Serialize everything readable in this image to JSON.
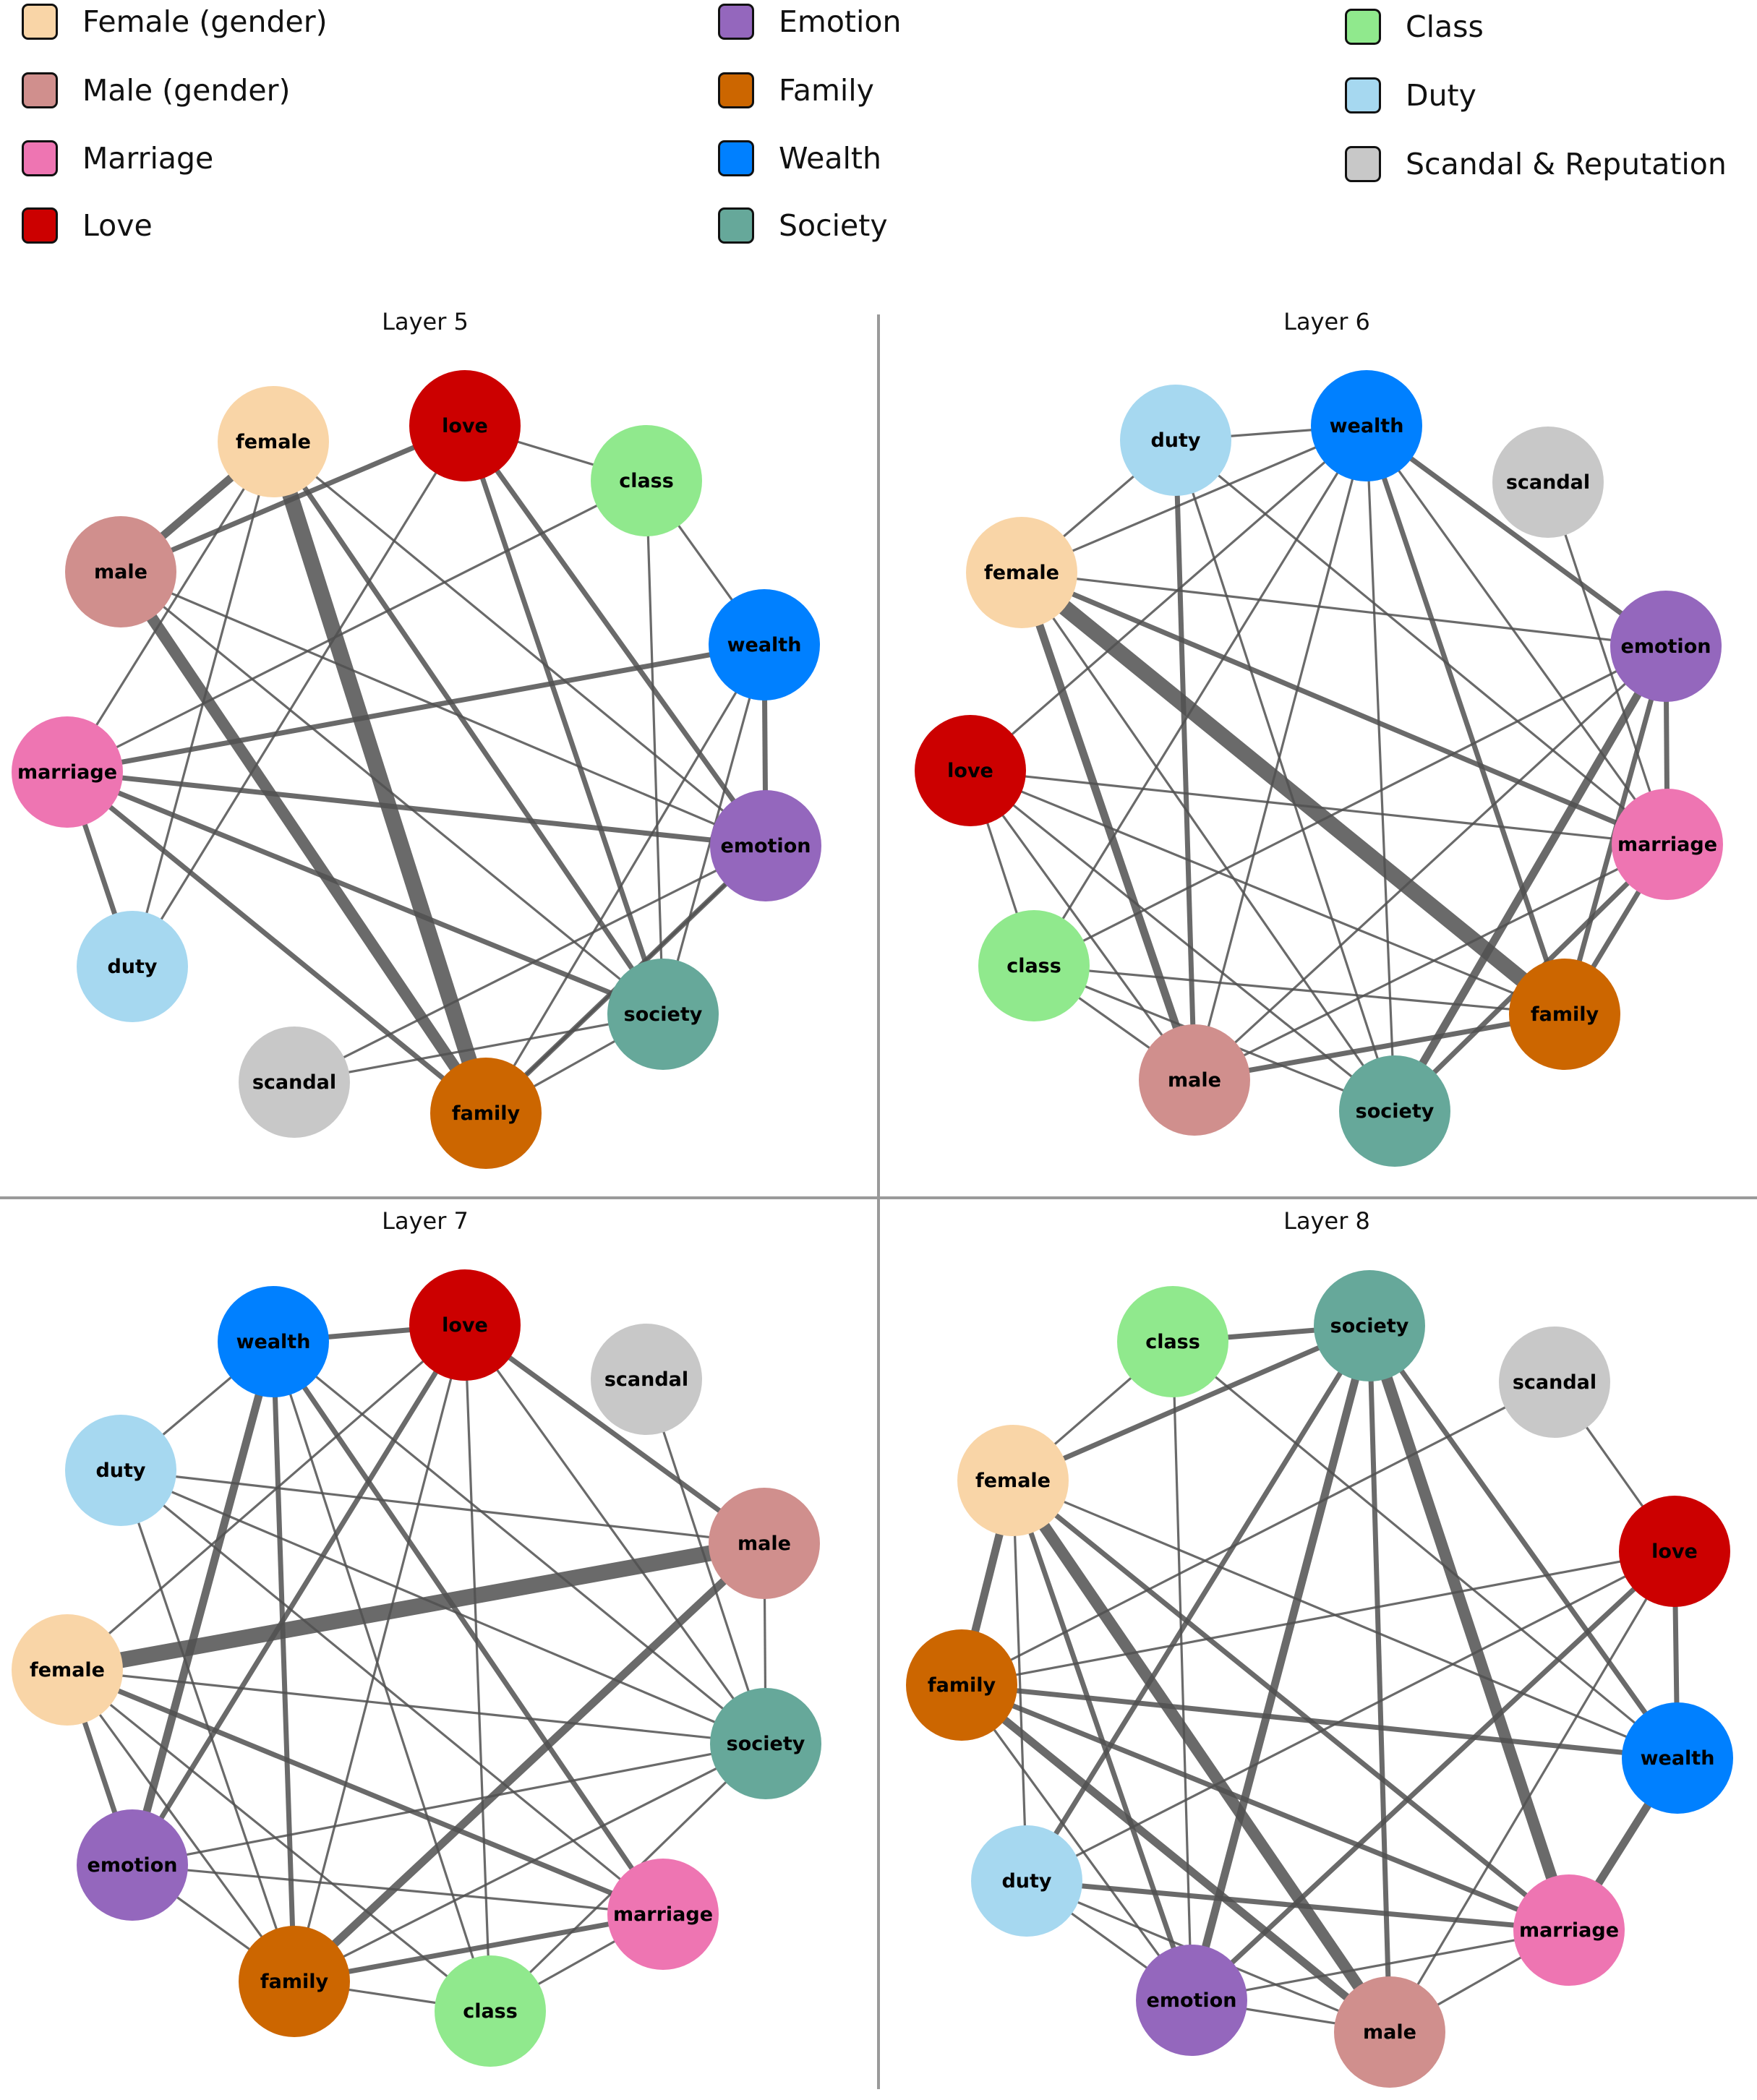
{
  "legend": [
    {
      "key": "female",
      "label": "Female (gender)",
      "color": "#f9d5a7"
    },
    {
      "key": "male",
      "label": "Male (gender)",
      "color": "#d08f8d"
    },
    {
      "key": "marriage",
      "label": "Marriage",
      "color": "#ee75b2"
    },
    {
      "key": "love",
      "label": "Love",
      "color": "#cc0000"
    },
    {
      "key": "emotion",
      "label": "Emotion",
      "color": "#9467bd"
    },
    {
      "key": "family",
      "label": "Family",
      "color": "#cc6600"
    },
    {
      "key": "wealth",
      "label": "Wealth",
      "color": "#0080ff"
    },
    {
      "key": "society",
      "label": "Society",
      "color": "#66a89a"
    },
    {
      "key": "class",
      "label": "Class",
      "color": "#90e98d"
    },
    {
      "key": "duty",
      "label": "Duty",
      "color": "#a6d8f0"
    },
    {
      "key": "scandal",
      "label": "Scandal & Reputation",
      "color": "#c8c8c8"
    }
  ],
  "panels": [
    {
      "title": "Layer 5",
      "nodes": [
        "female",
        "love",
        "class",
        "male",
        "wealth",
        "marriage",
        "emotion",
        "duty",
        "society",
        "scandal",
        "family"
      ],
      "edges": [
        [
          "female",
          "family",
          5
        ],
        [
          "female",
          "male",
          3
        ],
        [
          "male",
          "family",
          4
        ],
        [
          "male",
          "love",
          2
        ],
        [
          "marriage",
          "wealth",
          2
        ],
        [
          "marriage",
          "emotion",
          2
        ],
        [
          "female",
          "society",
          2
        ],
        [
          "love",
          "society",
          2
        ],
        [
          "love",
          "emotion",
          2
        ],
        [
          "wealth",
          "emotion",
          2
        ],
        [
          "emotion",
          "family",
          2
        ],
        [
          "marriage",
          "family",
          2
        ],
        [
          "marriage",
          "society",
          2
        ],
        [
          "marriage",
          "duty",
          2
        ],
        [
          "wealth",
          "society",
          1
        ],
        [
          "love",
          "class",
          1
        ],
        [
          "class",
          "wealth",
          1
        ],
        [
          "class",
          "society",
          1
        ],
        [
          "class",
          "marriage",
          1
        ],
        [
          "female",
          "duty",
          1
        ],
        [
          "female",
          "marriage",
          1
        ],
        [
          "female",
          "emotion",
          1
        ],
        [
          "male",
          "society",
          1
        ],
        [
          "male",
          "emotion",
          1
        ],
        [
          "love",
          "duty",
          1
        ],
        [
          "scandal",
          "society",
          1
        ],
        [
          "scandal",
          "emotion",
          1
        ],
        [
          "society",
          "family",
          1
        ],
        [
          "family",
          "emotion",
          1
        ],
        [
          "wealth",
          "family",
          1
        ]
      ]
    },
    {
      "title": "Layer 6",
      "nodes": [
        "duty",
        "wealth",
        "scandal",
        "female",
        "emotion",
        "love",
        "marriage",
        "class",
        "family",
        "male",
        "society"
      ],
      "edges": [
        [
          "female",
          "family",
          5
        ],
        [
          "female",
          "male",
          3
        ],
        [
          "female",
          "marriage",
          2
        ],
        [
          "duty",
          "male",
          2
        ],
        [
          "wealth",
          "emotion",
          2
        ],
        [
          "wealth",
          "family",
          2
        ],
        [
          "wealth",
          "marriage",
          1
        ],
        [
          "wealth",
          "society",
          1
        ],
        [
          "wealth",
          "class",
          1
        ],
        [
          "wealth",
          "love",
          1
        ],
        [
          "wealth",
          "female",
          1
        ],
        [
          "wealth",
          "male",
          1
        ],
        [
          "duty",
          "wealth",
          1
        ],
        [
          "duty",
          "female",
          1
        ],
        [
          "duty",
          "society",
          1
        ],
        [
          "duty",
          "marriage",
          1
        ],
        [
          "emotion",
          "society",
          3
        ],
        [
          "emotion",
          "family",
          2
        ],
        [
          "emotion",
          "marriage",
          2
        ],
        [
          "emotion",
          "male",
          1
        ],
        [
          "emotion",
          "class",
          1
        ],
        [
          "marriage",
          "family",
          2
        ],
        [
          "marriage",
          "society",
          2
        ],
        [
          "marriage",
          "male",
          1
        ],
        [
          "male",
          "family",
          2
        ],
        [
          "love",
          "family",
          1
        ],
        [
          "love",
          "society",
          1
        ],
        [
          "love",
          "marriage",
          1
        ],
        [
          "love",
          "male",
          1
        ],
        [
          "class",
          "male",
          1
        ],
        [
          "class",
          "family",
          1
        ],
        [
          "class",
          "society",
          1
        ],
        [
          "female",
          "emotion",
          1
        ],
        [
          "female",
          "society",
          1
        ],
        [
          "scandal",
          "marriage",
          1
        ],
        [
          "love",
          "class",
          1
        ]
      ]
    },
    {
      "title": "Layer 7",
      "nodes": [
        "wealth",
        "love",
        "scandal",
        "duty",
        "male",
        "female",
        "society",
        "emotion",
        "marriage",
        "family",
        "class"
      ],
      "edges": [
        [
          "female",
          "male",
          5
        ],
        [
          "male",
          "family",
          3
        ],
        [
          "wealth",
          "emotion",
          3
        ],
        [
          "wealth",
          "marriage",
          2
        ],
        [
          "wealth",
          "family",
          2
        ],
        [
          "wealth",
          "love",
          2
        ],
        [
          "wealth",
          "society",
          1
        ],
        [
          "wealth",
          "class",
          1
        ],
        [
          "wealth",
          "duty",
          1
        ],
        [
          "love",
          "emotion",
          2
        ],
        [
          "love",
          "male",
          2
        ],
        [
          "love",
          "class",
          1
        ],
        [
          "love",
          "society",
          1
        ],
        [
          "love",
          "female",
          1
        ],
        [
          "love",
          "family",
          1
        ],
        [
          "female",
          "marriage",
          2
        ],
        [
          "female",
          "society",
          1
        ],
        [
          "female",
          "emotion",
          2
        ],
        [
          "female",
          "family",
          1
        ],
        [
          "duty",
          "society",
          1
        ],
        [
          "duty",
          "male",
          1
        ],
        [
          "duty",
          "family",
          1
        ],
        [
          "duty",
          "marriage",
          1
        ],
        [
          "emotion",
          "society",
          1
        ],
        [
          "emotion",
          "marriage",
          1
        ],
        [
          "emotion",
          "family",
          1
        ],
        [
          "family",
          "marriage",
          2
        ],
        [
          "family",
          "society",
          1
        ],
        [
          "class",
          "marriage",
          1
        ],
        [
          "class",
          "society",
          1
        ],
        [
          "scandal",
          "society",
          1
        ],
        [
          "society",
          "male",
          1
        ],
        [
          "family",
          "class",
          1
        ],
        [
          "female",
          "class",
          1
        ]
      ]
    },
    {
      "title": "Layer 8",
      "nodes": [
        "class",
        "society",
        "scandal",
        "female",
        "love",
        "family",
        "wealth",
        "duty",
        "marriage",
        "emotion",
        "male"
      ],
      "edges": [
        [
          "society",
          "marriage",
          4
        ],
        [
          "female",
          "male",
          4
        ],
        [
          "family",
          "male",
          3
        ],
        [
          "female",
          "family",
          3
        ],
        [
          "society",
          "emotion",
          3
        ],
        [
          "wealth",
          "marriage",
          3
        ],
        [
          "society",
          "male",
          2
        ],
        [
          "society",
          "duty",
          2
        ],
        [
          "society",
          "female",
          2
        ],
        [
          "society",
          "wealth",
          2
        ],
        [
          "society",
          "class",
          2
        ],
        [
          "female",
          "marriage",
          2
        ],
        [
          "female",
          "emotion",
          2
        ],
        [
          "female",
          "wealth",
          1
        ],
        [
          "family",
          "wealth",
          2
        ],
        [
          "family",
          "marriage",
          2
        ],
        [
          "family",
          "emotion",
          1
        ],
        [
          "class",
          "emotion",
          1
        ],
        [
          "class",
          "female",
          1
        ],
        [
          "class",
          "wealth",
          1
        ],
        [
          "love",
          "wealth",
          2
        ],
        [
          "love",
          "emotion",
          2
        ],
        [
          "love",
          "male",
          1
        ],
        [
          "love",
          "duty",
          1
        ],
        [
          "love",
          "family",
          1
        ],
        [
          "scandal",
          "family",
          1
        ],
        [
          "scandal",
          "love",
          1
        ],
        [
          "emotion",
          "marriage",
          1
        ],
        [
          "emotion",
          "male",
          1
        ],
        [
          "duty",
          "marriage",
          2
        ],
        [
          "duty",
          "male",
          1
        ],
        [
          "duty",
          "emotion",
          1
        ],
        [
          "male",
          "marriage",
          1
        ],
        [
          "female",
          "duty",
          1
        ]
      ]
    }
  ]
}
